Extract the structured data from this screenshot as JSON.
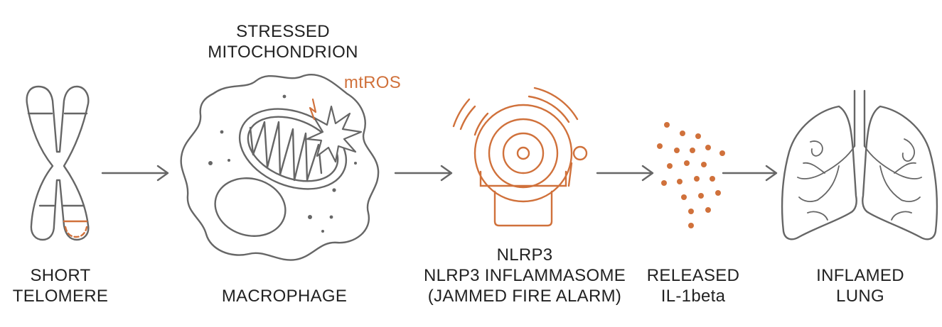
{
  "colors": {
    "line": "#666666",
    "accent": "#d0713b",
    "text": "#222222"
  },
  "stages": [
    {
      "id": "telomere",
      "icon": "chromosome-icon",
      "label_lines": [
        "SHORT",
        "TELOMERE"
      ]
    },
    {
      "id": "macrophage",
      "icon": "macrophage-icon",
      "label_lines": [
        "MACROPHAGE"
      ]
    },
    {
      "id": "inflammasome",
      "icon": "fire-alarm-bell-icon",
      "label_lines": [
        "NLRP3",
        "NLRP3 INFLAMMASOME",
        "(JAMMED FIRE ALARM)"
      ]
    },
    {
      "id": "il1beta",
      "icon": "cytokine-dots-icon",
      "label_lines": [
        "RELEASED",
        "IL-1beta"
      ]
    },
    {
      "id": "lung",
      "icon": "lungs-icon",
      "label_lines": [
        "INFLAMED",
        "LUNG"
      ]
    }
  ],
  "callouts": {
    "mitochondrion_lines": [
      "STRESSED",
      "MITOCHONDRION"
    ],
    "mtros": "mtROS"
  },
  "arrows": [
    {
      "from": "telomere",
      "to": "macrophage"
    },
    {
      "from": "macrophage",
      "to": "inflammasome"
    },
    {
      "from": "inflammasome",
      "to": "il1beta"
    },
    {
      "from": "il1beta",
      "to": "lung"
    }
  ]
}
